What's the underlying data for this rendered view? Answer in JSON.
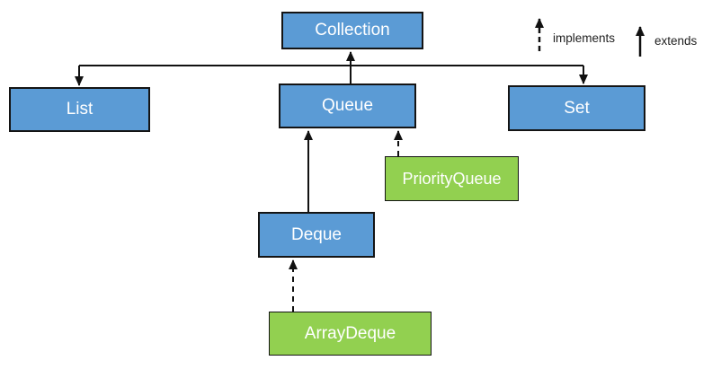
{
  "diagram": {
    "description": "Java Collection interface hierarchy",
    "nodes": {
      "collection": {
        "label": "Collection",
        "fill": "blue"
      },
      "list": {
        "label": "List",
        "fill": "blue"
      },
      "queue": {
        "label": "Queue",
        "fill": "blue"
      },
      "set": {
        "label": "Set",
        "fill": "blue"
      },
      "priorityqueue": {
        "label": "PriorityQueue",
        "fill": "green"
      },
      "deque": {
        "label": "Deque",
        "fill": "blue"
      },
      "arraydeque": {
        "label": "ArrayDeque",
        "fill": "green"
      }
    },
    "edges": [
      {
        "from": "list",
        "to": "collection",
        "style": "solid"
      },
      {
        "from": "queue",
        "to": "collection",
        "style": "solid"
      },
      {
        "from": "set",
        "to": "collection",
        "style": "solid"
      },
      {
        "from": "deque",
        "to": "queue",
        "style": "solid"
      },
      {
        "from": "priorityqueue",
        "to": "queue",
        "style": "dashed"
      },
      {
        "from": "arraydeque",
        "to": "deque",
        "style": "dashed"
      }
    ],
    "legend": {
      "implements_label": "implements",
      "extends_label": "extends",
      "implements_style": "dashed-arrow",
      "extends_style": "solid-arrow"
    },
    "colors": {
      "interface_fill": "#5b9bd5",
      "class_fill": "#92d050",
      "box_border": "#141414",
      "connector": "#111111",
      "box_text": "#ffffff",
      "legend_text": "#1f1f1f",
      "background": "#ffffff"
    }
  }
}
